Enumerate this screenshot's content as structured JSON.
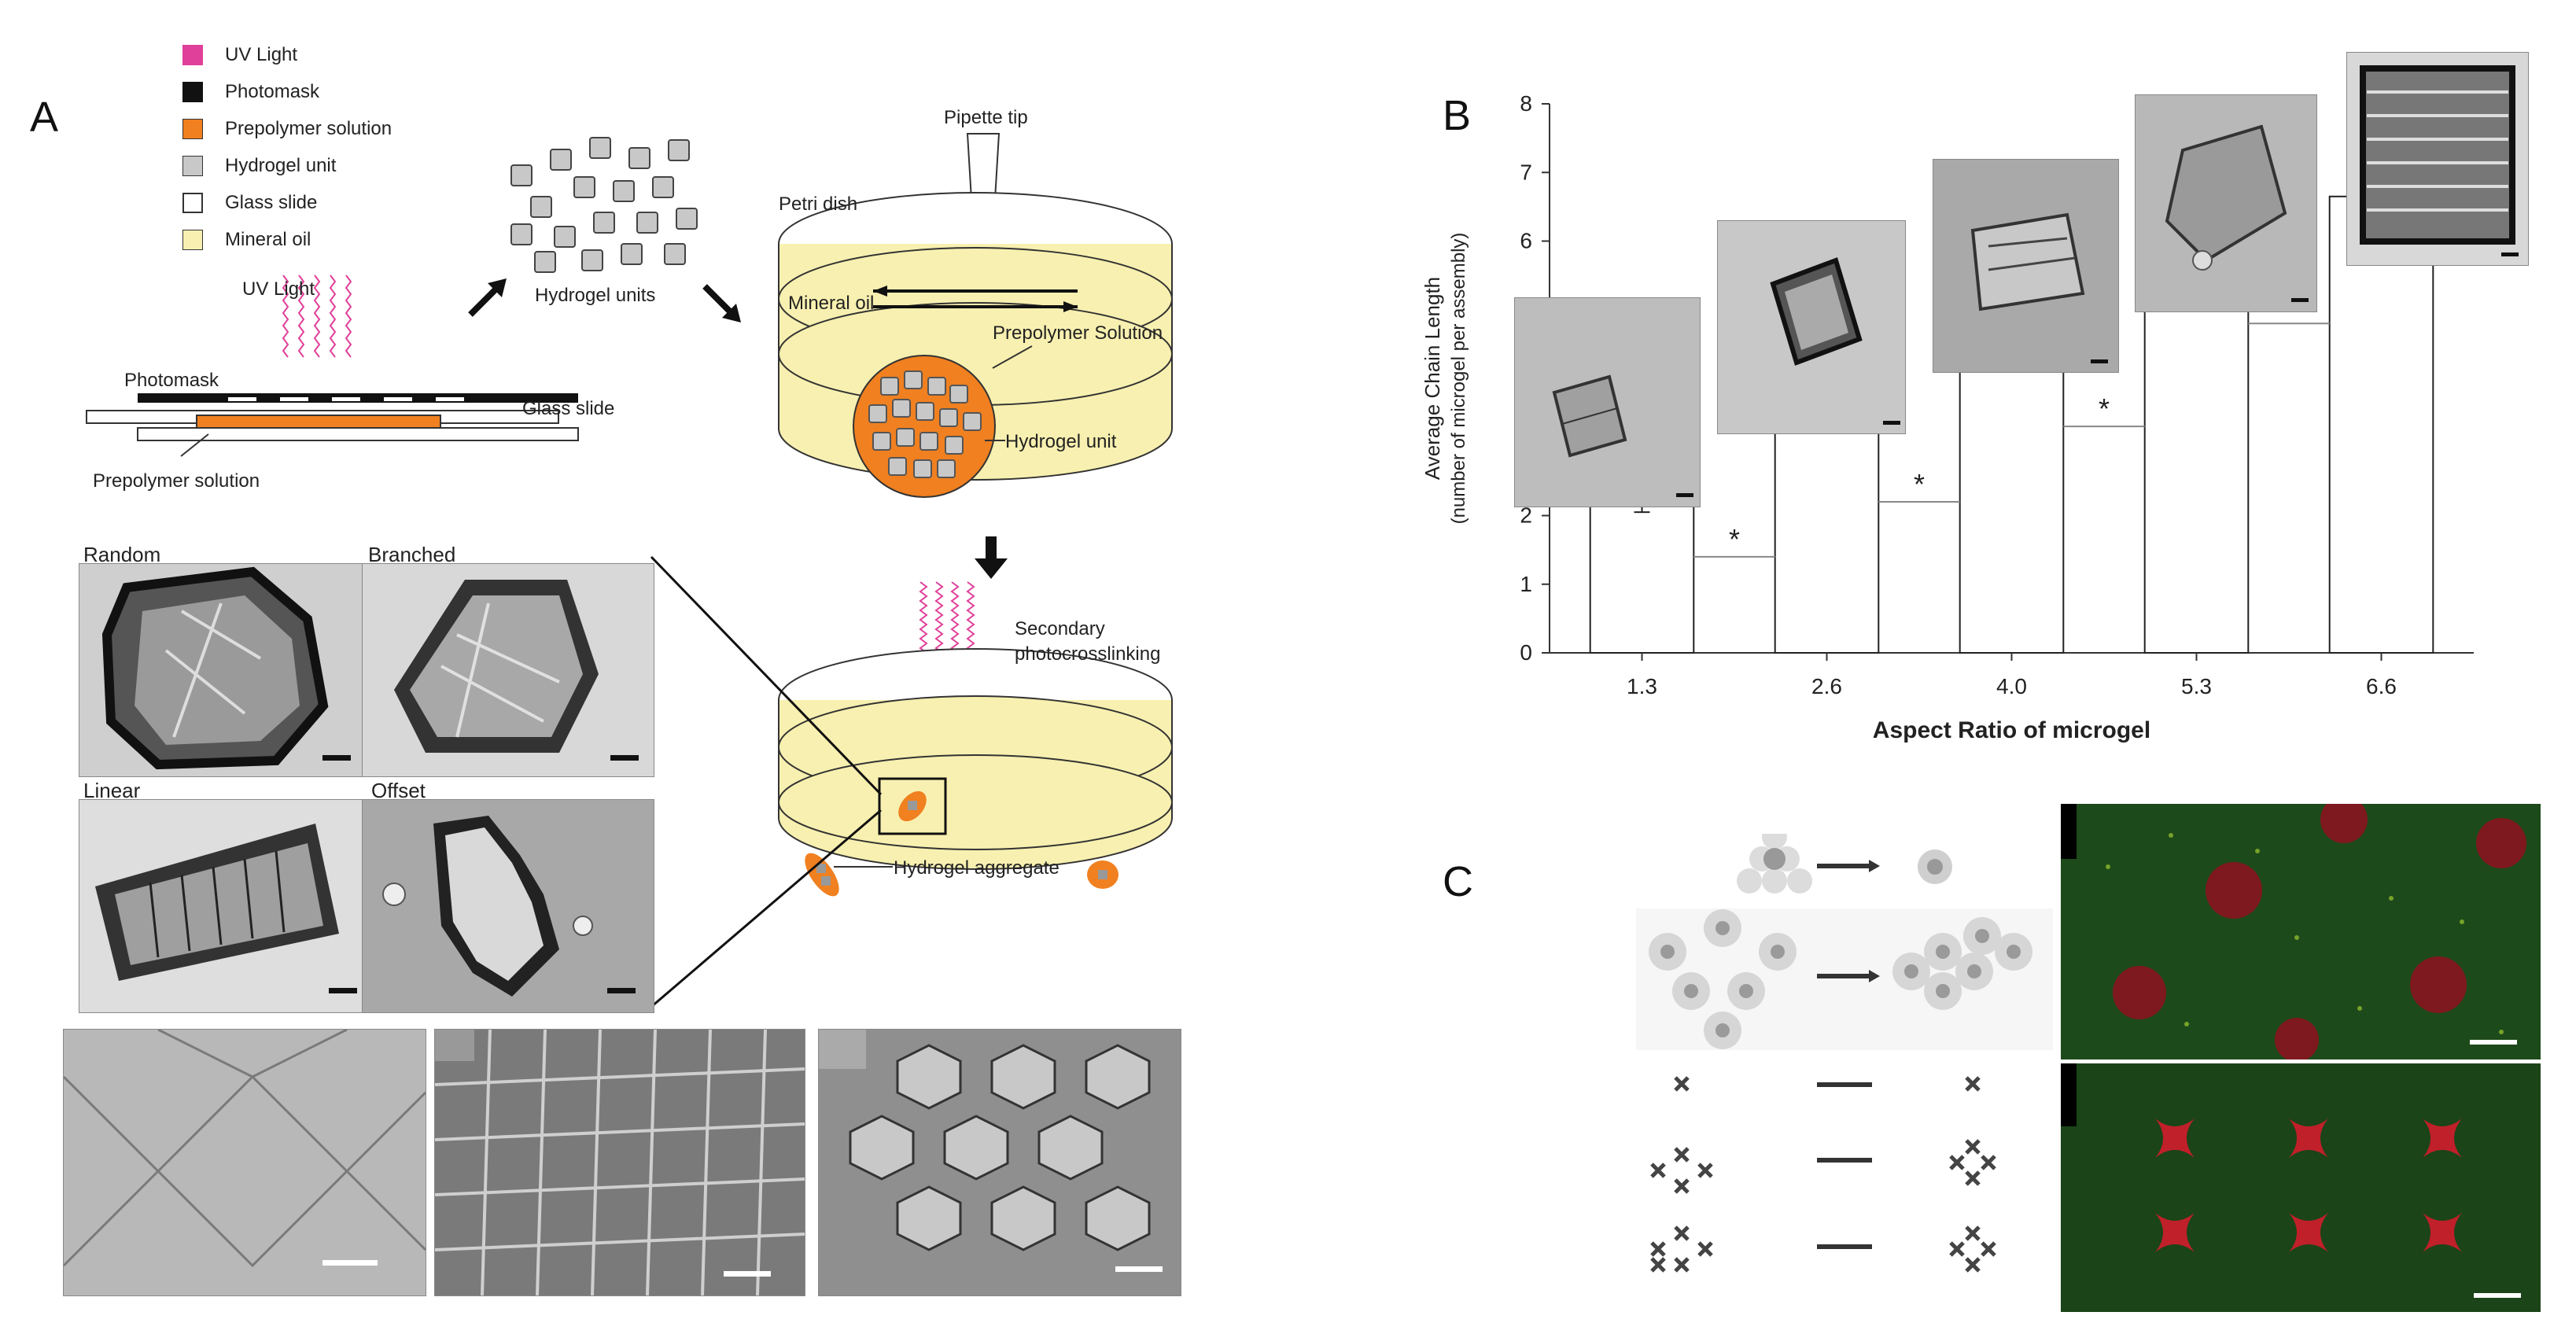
{
  "panelA": {
    "letter": "A",
    "legend": [
      {
        "label": "UV Light",
        "color": "#e0409a"
      },
      {
        "label": "Photomask",
        "color": "#111111"
      },
      {
        "label": "Prepolymer solution",
        "color": "#f08020"
      },
      {
        "label": "Hydrogel unit",
        "color": "#c8c8c8"
      },
      {
        "label": "Glass slide",
        "color": "#ffffff"
      },
      {
        "label": "Mineral oil",
        "color": "#f8f0b0"
      }
    ],
    "labels": {
      "uv_light": "UV Light",
      "photomask": "Photomask",
      "glass_slide": "Glass slide",
      "prepolymer_solution": "Prepolymer solution",
      "hydrogel_units": "Hydrogel units",
      "pipette_tip": "Pipette tip",
      "petri_dish": "Petri dish",
      "mineral_oil": "Mineral oil",
      "prepolymer_solution_dish": "Prepolymer Solution",
      "hydrogel_unit": "Hydrogel unit",
      "secondary_line1": "Secondary",
      "secondary_line2": "photocrosslinking",
      "hydrogel_aggregate": "Hydrogel aggregate"
    },
    "micrographs": {
      "random": "Random",
      "branched": "Branched",
      "linear": "Linear",
      "offset": "Offset"
    }
  },
  "panelB": {
    "letter": "B",
    "chart_data": {
      "type": "bar",
      "categories": [
        "1.3",
        "2.6",
        "4.0",
        "5.3",
        "6.6"
      ],
      "values": [
        2.2,
        3.6,
        4.6,
        5.6,
        6.65
      ],
      "errors": [
        0.15,
        0.25,
        0.3,
        0.5,
        0.25
      ],
      "significance_lines": [
        1.4,
        2.2,
        3.3,
        4.8
      ],
      "significance_marker": "*",
      "xlabel": "Aspect Ratio of microgel",
      "ylabel_line1": "Average Chain Length",
      "ylabel_line2": "(number of microgel per assembly)",
      "ylim": [
        0,
        8
      ],
      "yticks": [
        0,
        1,
        2,
        3,
        4,
        5,
        6,
        7,
        8
      ],
      "grid": false,
      "legend": "none"
    }
  },
  "panelC": {
    "letter": "C"
  },
  "colors": {
    "uv": "#e0409a",
    "orange": "#f08020",
    "oil": "#f8f0b0",
    "green_bg": "#1d4a1a",
    "red_blob": "#c0202a"
  }
}
